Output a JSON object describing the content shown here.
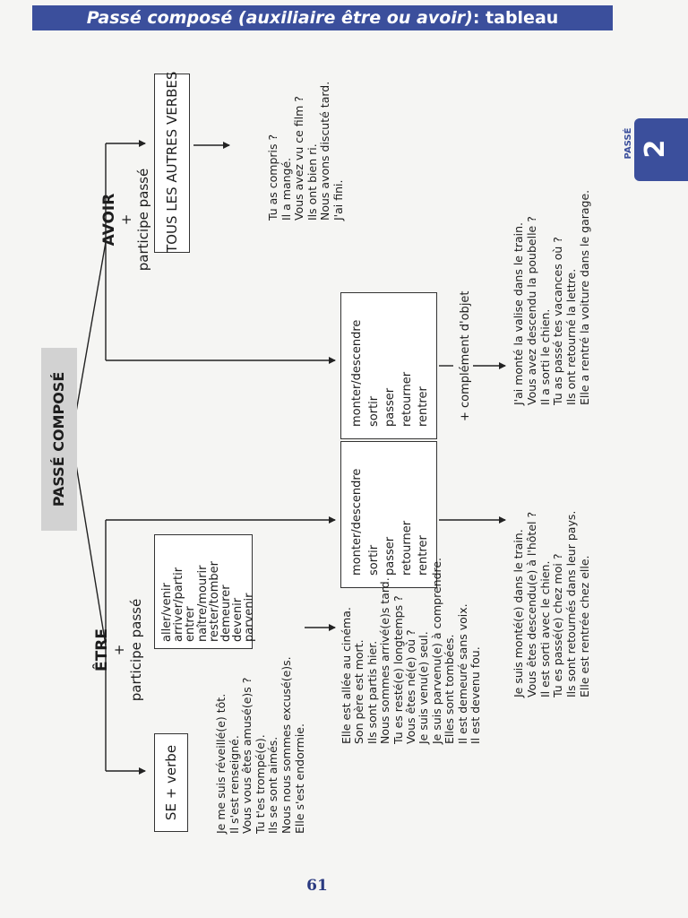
{
  "header": {
    "title_part1": "Passé composé (auxiliaire être ou avoir)",
    "title_part2": ": tableau"
  },
  "chapter_tab": {
    "label": "PASSÉ",
    "number": "2"
  },
  "page_number": "61",
  "diagram": {
    "title": "PASSÉ COMPOSÉ",
    "etre": {
      "aux": "ÊTRE",
      "plus": "+",
      "participe": "participe passé",
      "se_verbe": "SE + verbe",
      "se_examples": [
        "Je me suis réveillé(e) tôt.",
        "Il s'est renseigné.",
        "Vous vous êtes amusé(e)s ?",
        "Tu t'es trompé(e).",
        "Ils se sont aimés.",
        "Nous nous sommes excusé(e)s.",
        "Elle s'est endormie."
      ],
      "verbs": [
        "aller/venir",
        "arriver/partir",
        "entrer",
        "naître/mourir",
        "rester/tomber",
        "demeurer",
        "devenir",
        "parvenir"
      ],
      "verbs_examples": [
        "Elle est allée au cinéma.",
        "Son père est mort.",
        "Ils sont partis hier.",
        "Nous sommes arrivé(e)s tard.",
        "Tu es resté(e) longtemps ?",
        "Vous êtes né(e) où ?",
        "Je suis venu(e) seul.",
        "Je suis parvenu(e) à comprendre.",
        "Elles sont tombées.",
        "Il est demeuré sans voix.",
        "Il est devenu fou."
      ],
      "movement_verbs": [
        "monter/descendre",
        "sortir",
        "passer",
        "retourner",
        "rentrer"
      ],
      "movement_examples": [
        "Je suis monté(e) dans le train.",
        "Vous êtes descendu(e) à l'hôtel ?",
        "Il est sorti avec le chien.",
        "Tu es passé(e) chez moi ?",
        "Ils sont retournés dans leur pays.",
        "Elle est rentrée chez elle."
      ]
    },
    "avoir": {
      "aux": "AVOIR",
      "plus": "+",
      "participe": "participe passé",
      "all_verbs": "TOUS LES AUTRES VERBES",
      "all_examples": [
        "Tu as compris ?",
        "Il a mangé.",
        "Vous avez vu ce film ?",
        "Ils ont bien ri.",
        "Nous avons discuté tard.",
        "J'ai fini."
      ],
      "movement_verbs": [
        "monter/descendre",
        "sortir",
        "passer",
        "retourner",
        "rentrer"
      ],
      "complement": "+ complément d'objet",
      "movement_examples": [
        "J'ai monté la valise dans le train.",
        "Vous avez descendu la poubelle ?",
        "Il a sorti le chien.",
        "Tu as passé tes vacances où ?",
        "Ils ont retourné la lettre.",
        "Elle a rentré la voiture dans le garage."
      ]
    }
  }
}
